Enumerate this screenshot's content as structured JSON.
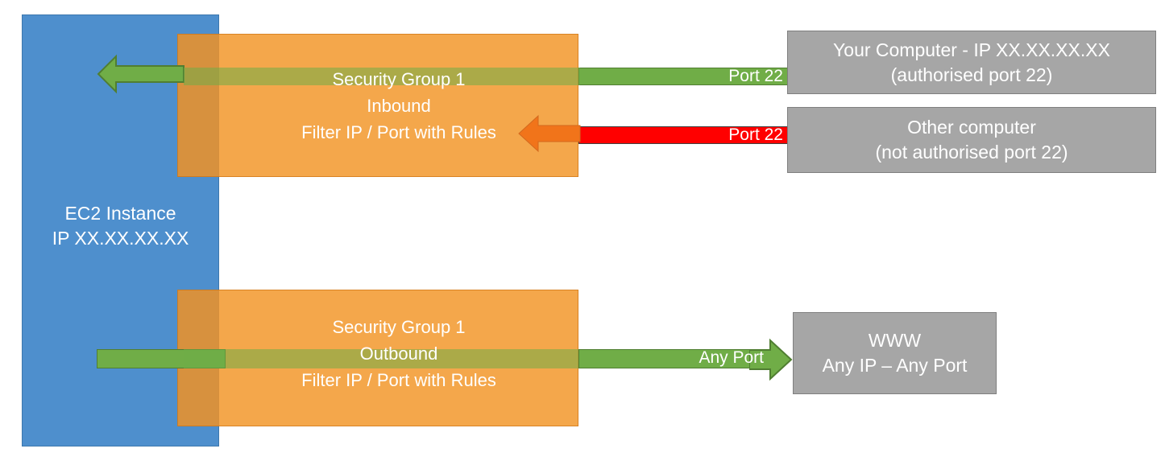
{
  "diagram": {
    "title": "AWS EC2 Security Group Inbound and Outbound Traffic Filtering",
    "colors": {
      "ec2_blue": "#4E8FCD",
      "security_group_orange": "#F3A03C",
      "allowed_green": "#70AD47",
      "blocked_red": "#FF0000",
      "blocked_arrow_orange": "#F1741A",
      "endpoint_grey": "#A6A6A6",
      "text_white": "#FFFFFF"
    }
  },
  "ec2": {
    "line1": "EC2 Instance",
    "line2": "IP XX.XX.XX.XX"
  },
  "security_groups": {
    "inbound": {
      "line1": "Security Group 1",
      "line2": "Inbound",
      "line3": "Filter IP / Port with Rules"
    },
    "outbound": {
      "line1": "Security Group 1",
      "line2": "Outbound",
      "line3": "Filter IP / Port with Rules"
    }
  },
  "endpoints": {
    "your_computer": {
      "line1": "Your Computer - IP XX.XX.XX.XX",
      "line2": "(authorised port 22)"
    },
    "other_computer": {
      "line1": "Other computer",
      "line2": "(not authorised port 22)"
    },
    "www": {
      "line1": "WWW",
      "line2": "Any IP – Any Port"
    }
  },
  "connections": {
    "allowed_inbound_port": "Port 22",
    "blocked_inbound_port": "Port 22",
    "outbound_port": "Any Port"
  }
}
